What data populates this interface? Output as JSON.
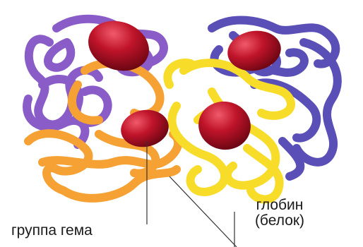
{
  "labels": {
    "heme_group": "группа гема",
    "globin_line1": "глобин",
    "globin_line2": "(белок)"
  },
  "colors": {
    "purple_chain": "#8a5cc8",
    "blue_chain": "#5a4fb6",
    "orange_chain": "#f5a133",
    "yellow_chain": "#f7dc2a",
    "heme": "#c0142a",
    "leader_line": "#333333",
    "background": "#ffffff"
  }
}
